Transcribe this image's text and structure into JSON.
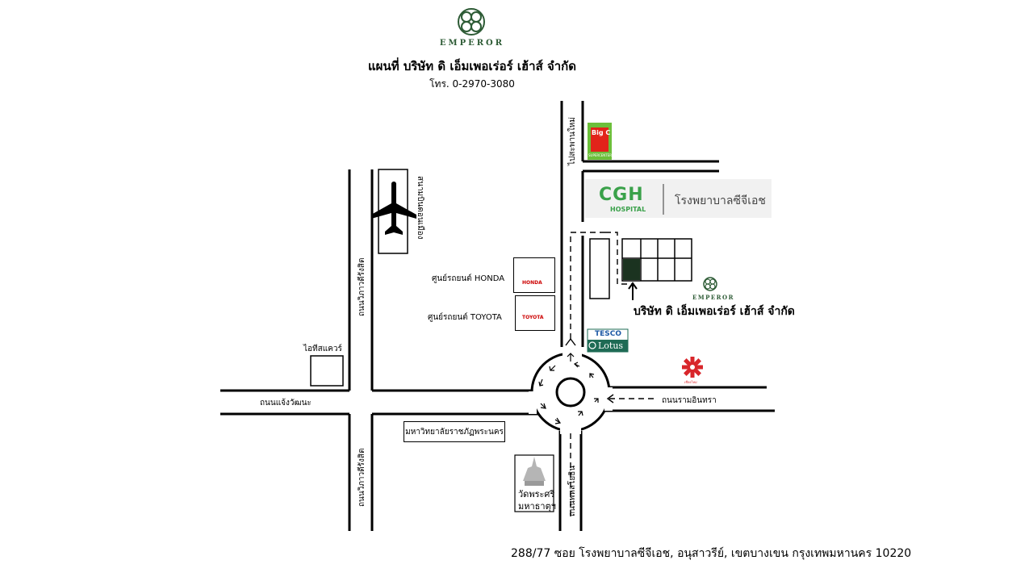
{
  "header": {
    "brand": "EMPEROR",
    "title": "แผนที่ บริษัท ดิ เอ็มเพอเร่อร์ เฮ้าส์ จำกัด",
    "phone": "โทร. 0-2970-3080"
  },
  "roads": {
    "vibhavadi_top": "ถนนวิภาวดีรังสิต",
    "vibhavadi_bottom": "ถนนวิภาวดีรังสิต",
    "chaeng_watthana": "ถนนแจ้งวัฒนะ",
    "ram_inthra": "ถนนรามอินทรา",
    "phahonyothin": "ถนนพหลโยธิน",
    "sapan_mai": "ไปสะพานใหม่",
    "don_mueang": "สนามบินดอนเมือง"
  },
  "landmarks": {
    "it_square": "ไอทีสแควร์",
    "honda_label": "ศูนย์รถยนต์ HONDA",
    "toyota_label": "ศูนย์รถยนต์ TOYOTA",
    "honda_logo": "HONDA",
    "toyota_logo": "TOYOTA",
    "university": "มหาวิทยาลัยราชภัฏพระนคร",
    "temple_line1": "วัดพระศรี",
    "temple_line2": "มหาธาตุฯ",
    "bigc": "Big C",
    "bigc_sub": "SUPERCENTER",
    "cgh_logo": "CGH",
    "cgh_sub": "HOSPITAL",
    "cgh_name": "โรงพยาบาลซีจีเอช",
    "tesco": "TESCO",
    "lotus": "Lotus",
    "caltex_label": "เชียงใหม่"
  },
  "company": {
    "brand": "EMPEROR",
    "name": "บริษัท ดิ เอ็มเพอเร่อร์ เฮ้าส์ จำกัด"
  },
  "address": "288/77 ซอย โรงพยาบาลซีจีเอช, อนุสาวรีย์, เขตบางเขน กรุงเทพมหานคร 10220",
  "colors": {
    "emperor_green": "#2d5b35",
    "cgh_green": "#3aa14a",
    "bigc_green": "#6cbf3a",
    "bigc_red": "#e2231a",
    "tesco_blue": "#1f5aa6",
    "lotus_green": "#1e6b55",
    "target_building": "#1b3320",
    "star_red": "#d8262b"
  }
}
